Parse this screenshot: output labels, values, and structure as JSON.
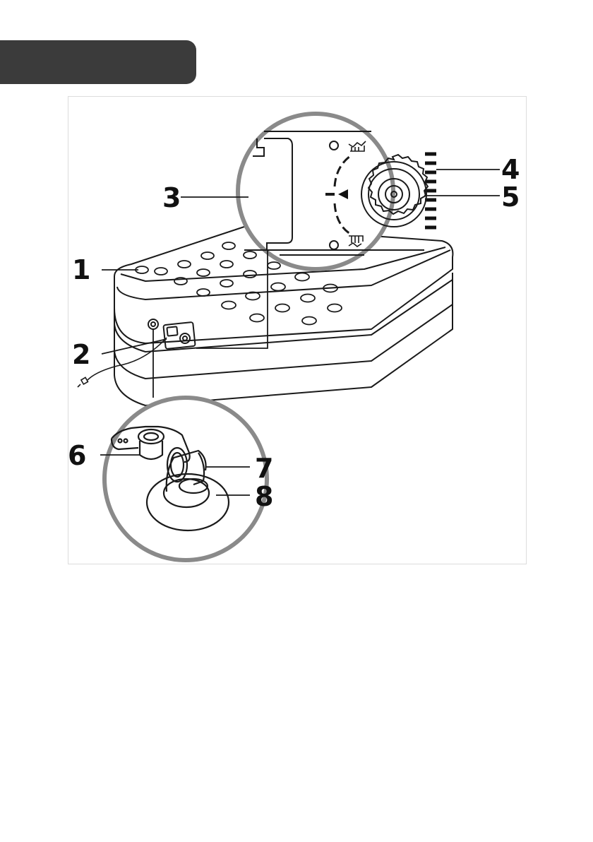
{
  "header": {
    "title": ""
  },
  "diagram": {
    "callouts": [
      {
        "num": "1"
      },
      {
        "num": "2"
      },
      {
        "num": "3"
      },
      {
        "num": "4"
      },
      {
        "num": "5"
      },
      {
        "num": "6"
      },
      {
        "num": "7"
      },
      {
        "num": "8"
      }
    ],
    "icons": [
      "inflate-icon",
      "deflate-icon",
      "arrow-icon",
      "power-plug-icon"
    ],
    "colors": {
      "frame": "#dcdcdc",
      "stroke": "#1a1a1a",
      "magnifier": "#8a8a8a",
      "header": "#3b3b3b"
    }
  }
}
